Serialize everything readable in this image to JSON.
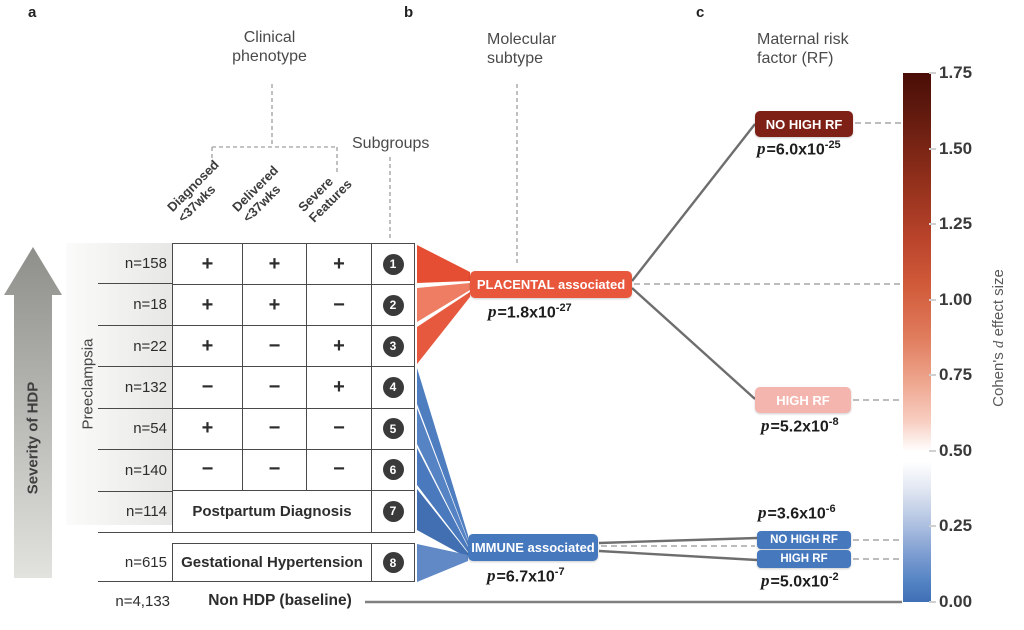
{
  "panel_labels": {
    "a": "a",
    "b": "b",
    "c": "c"
  },
  "headers": {
    "clinical_phenotype": "Clinical\nphenotype",
    "subgroups": "Subgroups",
    "molecular_subtype": "Molecular\nsubtype",
    "maternal_rf": "Maternal risk\nfactor (RF)"
  },
  "left_axis": {
    "severity": "Severity of HDP",
    "group": "Preeclampsia"
  },
  "p_symbol": "p",
  "table": {
    "columns": [
      "Diagnosed\n<37wks",
      "Delivered\n<37wks",
      "Severe\nFeatures"
    ],
    "rows": [
      {
        "n": "n=158",
        "cells": [
          "+",
          "+",
          "+"
        ],
        "subgroup": "1"
      },
      {
        "n": "n=18",
        "cells": [
          "+",
          "+",
          "−"
        ],
        "subgroup": "2"
      },
      {
        "n": "n=22",
        "cells": [
          "+",
          "−",
          "+"
        ],
        "subgroup": "3"
      },
      {
        "n": "n=132",
        "cells": [
          "−",
          "−",
          "+"
        ],
        "subgroup": "4"
      },
      {
        "n": "n=54",
        "cells": [
          "+",
          "−",
          "−"
        ],
        "subgroup": "5"
      },
      {
        "n": "n=140",
        "cells": [
          "−",
          "−",
          "−"
        ],
        "subgroup": "6"
      },
      {
        "n": "n=114",
        "merged": "Postpartum Diagnosis",
        "subgroup": "7"
      }
    ],
    "gestational_hypertension": {
      "n": "n=615",
      "label": "Gestational Hypertension",
      "subgroup": "8"
    },
    "baseline": {
      "n": "n=4,133",
      "label": "Non HDP (baseline)"
    }
  },
  "subtypes": {
    "placental": {
      "label": "PLACENTAL associated",
      "p": "=1.8x10",
      "p_exp": "-27",
      "color": "#E8563C",
      "cohens_d_approx": 1.05
    },
    "immune": {
      "label": "IMMUNE associated",
      "p": "=6.7x10",
      "p_exp": "-7",
      "color": "#4678BE",
      "cohens_d_approx": 0.18
    }
  },
  "risk_factors": {
    "placental_no_high": {
      "label": "NO HIGH RF",
      "p": "=6.0x10",
      "p_exp": "-25",
      "color": "#7E2015",
      "cohens_d_approx": 1.59
    },
    "placental_high": {
      "label": "HIGH RF",
      "p": "=5.2x10",
      "p_exp": "-8",
      "color": "#F3B5AD",
      "cohens_d_approx": 0.67
    },
    "immune_no_high": {
      "label": "NO HIGH RF",
      "p": "=3.6x10",
      "p_exp": "-6",
      "color": "#4678BE",
      "cohens_d_approx": 0.2
    },
    "immune_high": {
      "label": "HIGH RF",
      "p": "=5.0x10",
      "p_exp": "-2",
      "color": "#4678BE",
      "cohens_d_approx": 0.14
    }
  },
  "colorbar": {
    "label_pre": "Cohen's ",
    "label_italic": "d",
    "label_post": " effect size",
    "ticks": [
      "1.75",
      "1.50",
      "1.25",
      "1.00",
      "0.75",
      "0.50",
      "0.25",
      "0.00"
    ],
    "range": [
      0,
      1.75
    ],
    "top_color": "#4a0e07",
    "mid_color": "#ffffff",
    "bottom_color": "#3f6fb5"
  },
  "wedges": [
    {
      "subgroup": "1",
      "color": "#E64E33"
    },
    {
      "subgroup": "2",
      "color": "#EE7D63"
    },
    {
      "subgroup": "3",
      "color": "#E7593F"
    },
    {
      "subgroup": "4",
      "color": "#4E7EC0"
    },
    {
      "subgroup": "5",
      "color": "#5583C3"
    },
    {
      "subgroup": "6",
      "color": "#4A7ABD"
    },
    {
      "subgroup": "7",
      "color": "#416FB2"
    },
    {
      "subgroup": "8",
      "color": "#6089C5"
    }
  ]
}
